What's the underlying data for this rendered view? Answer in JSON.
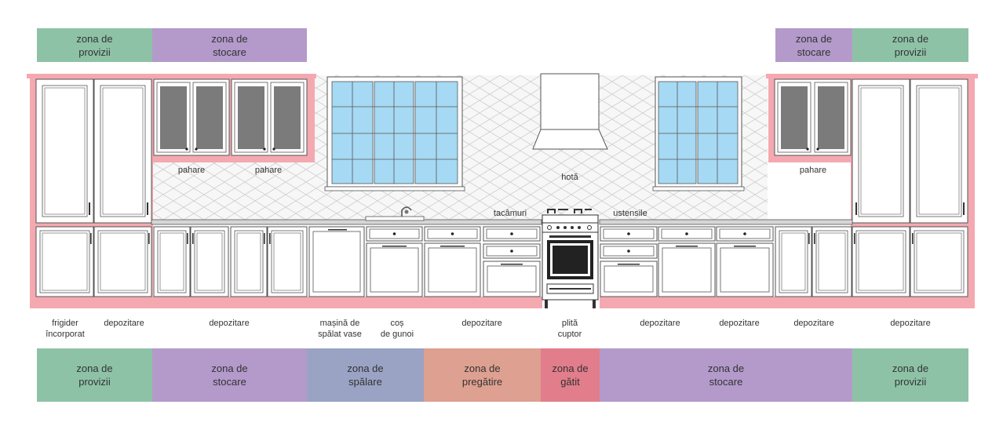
{
  "colors": {
    "provizii": "#8ec2a7",
    "stocare": "#b39acb",
    "spalare": "#9aa3c4",
    "pregatire": "#dea090",
    "gatit": "#e27d8b",
    "frame_pink": "#f4a9b1",
    "glass": "#a6d9f3",
    "dark_glass": "#7b7b7b",
    "line": "#555555"
  },
  "top_zones": [
    {
      "text": "zona de\nprovizii",
      "kind": "provizii"
    },
    {
      "text": "zona de\nstocare",
      "kind": "stocare"
    },
    {
      "text": "zona de\nstocare",
      "kind": "stocare"
    },
    {
      "text": "zona de\nprovizii",
      "kind": "provizii"
    }
  ],
  "bottom_zones": [
    {
      "text": "zona de\nprovizii",
      "kind": "provizii"
    },
    {
      "text": "zona de\nstocare",
      "kind": "stocare"
    },
    {
      "text": "zona de\nspălare",
      "kind": "spalare"
    },
    {
      "text": "zona de\npregătire",
      "kind": "pregatire"
    },
    {
      "text": "zona de\ngătit",
      "kind": "gatit"
    },
    {
      "text": "zona de\nstocare",
      "kind": "stocare"
    },
    {
      "text": "zona de\nprovizii",
      "kind": "provizii"
    }
  ],
  "wall_labels": {
    "pahare_left_1": "pahare",
    "pahare_left_2": "pahare",
    "hota": "hotă",
    "pahare_right": "pahare",
    "tacamuri": "tacâmuri",
    "ustensile": "ustensile"
  },
  "unit_labels": [
    "frigider\nîncorporat",
    "depozitare",
    "depozitare",
    "mașină de\nspălat vase",
    "coș\nde gunoi",
    "depozitare",
    "plită\ncuptor",
    "depozitare",
    "depozitare",
    "depozitare",
    "depozitare"
  ]
}
